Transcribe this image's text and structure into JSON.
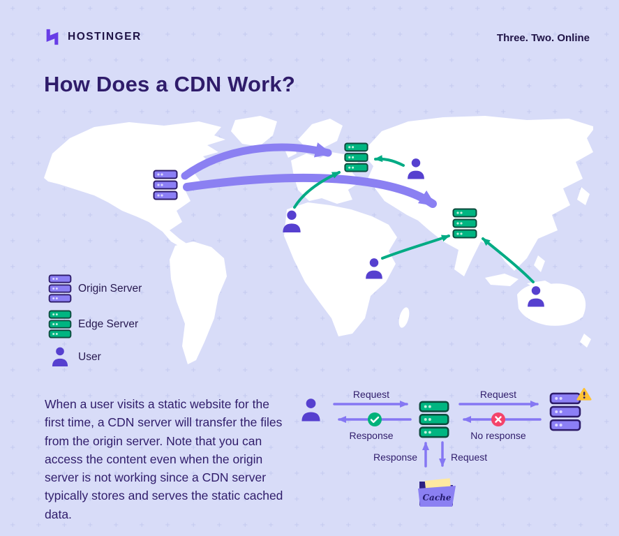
{
  "header": {
    "brand": "HOSTINGER",
    "tagline": "Three. Two. Online"
  },
  "title": "How Does a CDN Work?",
  "legend": {
    "items": [
      {
        "icon": "origin-server-icon",
        "label": "Origin Server"
      },
      {
        "icon": "edge-server-icon",
        "label": "Edge Server"
      },
      {
        "icon": "user-icon",
        "label": "User"
      }
    ]
  },
  "description": "When a user visits a static website for the first time, a CDN server will transfer the files from the origin server. Note that you can access the content even when the origin server is not working since a CDN server typically stores and serves the static cached data.",
  "flow": {
    "request_user_to_edge": "Request",
    "response_edge_to_user": "Response",
    "request_edge_to_origin": "Request",
    "no_response_origin": "No response",
    "request_edge_to_cache": "Request",
    "response_cache_to_edge": "Response",
    "cache_label": "Cache"
  },
  "colors": {
    "background": "#d8dcf8",
    "brand_purple": "#673de6",
    "server_purple": "#8c7ff5",
    "edge_green": "#00b581",
    "arrow_purple": "#8b80f2",
    "arrow_green": "#00ab84",
    "navy_text": "#2f1c6a",
    "error_red": "#f4436a",
    "warning_yellow": "#ffc233",
    "map_white": "#ffffff"
  }
}
